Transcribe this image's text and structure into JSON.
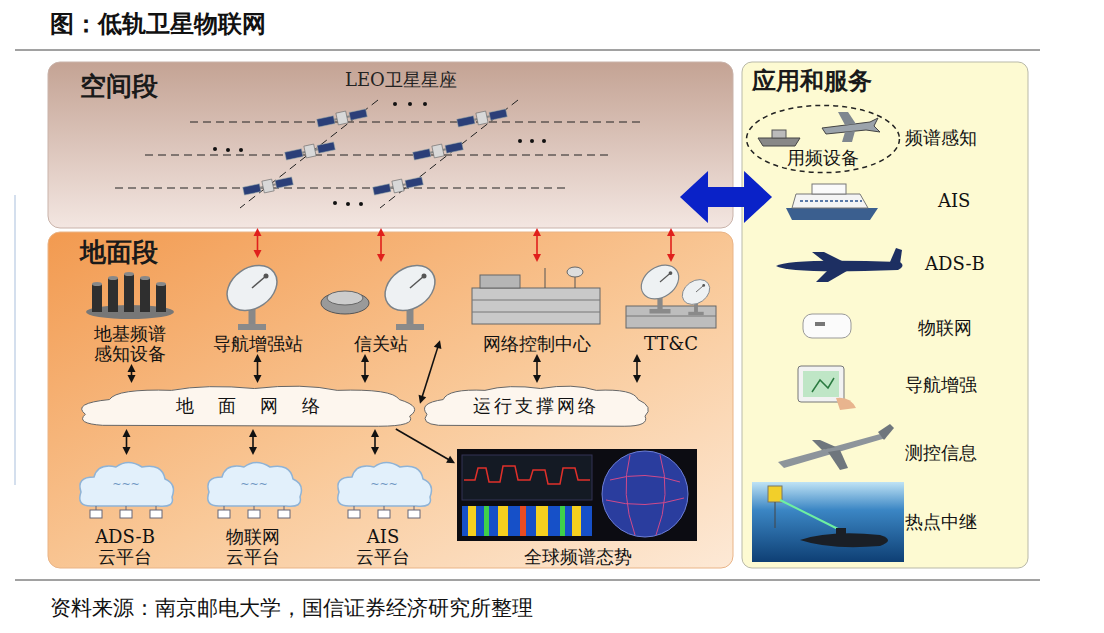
{
  "diagram": {
    "title": "图：低轨卫星物联网",
    "caption": "资料来源：南京邮电大学，国信证券经济研究所整理",
    "nodes": [
      {
        "text": [
          "空间段",
          "LEO卫星星座"
        ]
      },
      {
        "text": [
          "地面段"
        ]
      },
      {
        "text": [
          "应用和服务"
        ]
      },
      {
        "text": [
          "地基频谱感知设备"
        ],
        "in": 1
      },
      {
        "text": [
          "导航增强站"
        ],
        "in": 1
      },
      {
        "text": [
          "信关站"
        ],
        "in": 1
      },
      {
        "text": [
          "网络控制中心"
        ],
        "in": 1
      },
      {
        "text": [
          "TT&C"
        ],
        "in": 1
      },
      {
        "text": [
          "地面网络"
        ],
        "in": 1
      },
      {
        "text": [
          "运行支撑网络"
        ],
        "in": 1
      },
      {
        "text": [
          "ADS-B 云平台"
        ],
        "in": 1
      },
      {
        "text": [
          "物联网 云平台"
        ],
        "in": 1
      },
      {
        "text": [
          "AIS 云平台"
        ],
        "in": 1
      },
      {
        "text": [
          "全球频谱态势"
        ],
        "in": 1
      },
      {
        "text": [
          "用频设备"
        ],
        "in": 2
      }
    ],
    "edges": [
      {
        "from": 0,
        "to": 2,
        "arrow": "both"
      },
      {
        "from": 0,
        "to": 4,
        "arrow": "both"
      },
      {
        "from": 0,
        "to": 5,
        "arrow": "both"
      },
      {
        "from": 0,
        "to": 6,
        "arrow": "both"
      },
      {
        "from": 0,
        "to": 7,
        "arrow": "both"
      },
      {
        "from": 3,
        "to": 8,
        "arrow": "both"
      },
      {
        "from": 4,
        "to": 8,
        "arrow": "both"
      },
      {
        "from": 5,
        "to": 8,
        "arrow": "both"
      },
      {
        "from": 5,
        "to": 9,
        "arrow": "both"
      },
      {
        "from": 6,
        "to": 9,
        "arrow": "both"
      },
      {
        "from": 7,
        "to": 9,
        "arrow": "both"
      },
      {
        "from": 8,
        "to": 10,
        "arrow": "both"
      },
      {
        "from": 8,
        "to": 11,
        "arrow": "both"
      },
      {
        "from": 8,
        "to": 12,
        "arrow": "both"
      },
      {
        "from": 8,
        "to": 13,
        "arrow": "to"
      }
    ],
    "labels": [
      "频谱感知",
      "AIS",
      "ADS-B",
      "物联网",
      "导航增强",
      "测控信息",
      "热点中继"
    ]
  }
}
